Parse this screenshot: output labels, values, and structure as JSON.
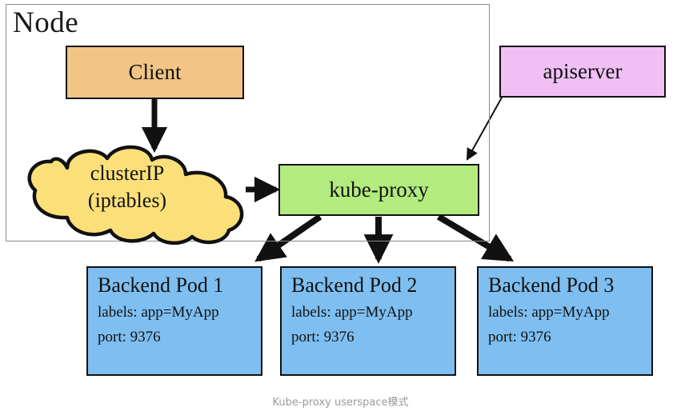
{
  "diagram": {
    "caption": "Kube-proxy userspace模式",
    "node_group": {
      "title": "Node"
    },
    "nodes": {
      "client": {
        "label": "Client",
        "fill": "#f2c586"
      },
      "apiserver": {
        "label": "apiserver",
        "fill": "#f0c0f5"
      },
      "kube_proxy": {
        "label": "kube-proxy",
        "fill": "#b3eb7f"
      },
      "cluster_ip": {
        "line1": "clusterIP",
        "line2": "(iptables)",
        "fill": "#fbe07a"
      }
    },
    "pods": [
      {
        "title": "Backend Pod 1",
        "labels": "labels: app=MyApp",
        "port": "port: 9376",
        "fill": "#7ebef0"
      },
      {
        "title": "Backend Pod 2",
        "labels": "labels: app=MyApp",
        "port": "port: 9376",
        "fill": "#7ebef0"
      },
      {
        "title": "Backend Pod 3",
        "labels": "labels: app=MyApp",
        "port": "port: 9376",
        "fill": "#7ebef0"
      }
    ],
    "edges": [
      {
        "from": "client",
        "to": "cluster_ip",
        "style": "thick-arrow"
      },
      {
        "from": "cluster_ip",
        "to": "kube_proxy",
        "style": "thick-arrow"
      },
      {
        "from": "apiserver",
        "to": "kube_proxy",
        "style": "thin-arrow"
      },
      {
        "from": "kube_proxy",
        "to": "pod-1",
        "style": "thick-arrow"
      },
      {
        "from": "kube_proxy",
        "to": "pod-2",
        "style": "thick-arrow"
      },
      {
        "from": "kube_proxy",
        "to": "pod-3",
        "style": "thick-arrow"
      }
    ]
  }
}
